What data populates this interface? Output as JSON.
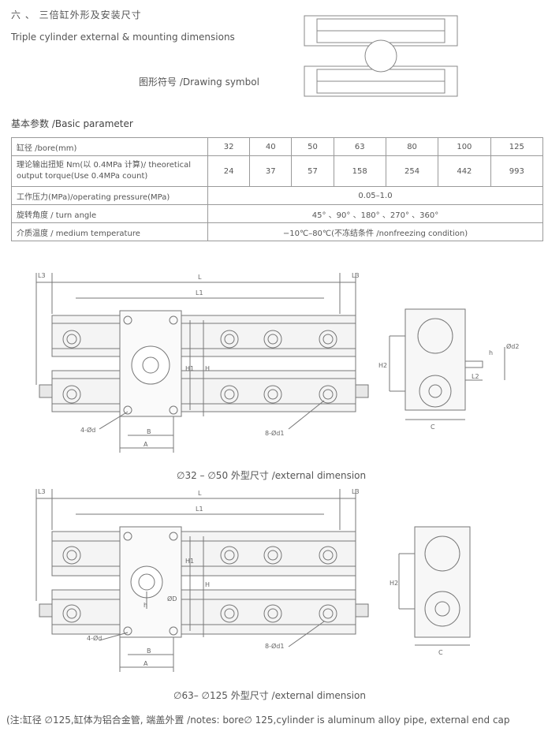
{
  "header": {
    "title_cn": "六 、 三倍缸外形及安装尺寸",
    "title_en": "Triple cylinder external & mounting dimensions",
    "symbol_label": "图形符号 /Drawing symbol"
  },
  "params": {
    "heading": "基本参数 /Basic parameter",
    "bore_label": "缸径 /bore(mm)",
    "bores": [
      "32",
      "40",
      "50",
      "63",
      "80",
      "100",
      "125"
    ],
    "torque_label_1": "理论输出扭矩 Nm(以 0.4MPa 计算)/ theoretical",
    "torque_label_2": "output torque(Use 0.4MPa count)",
    "torques": [
      "24",
      "37",
      "57",
      "158",
      "254",
      "442",
      "993"
    ],
    "pressure_label": "工作压力(MPa)/operating pressure(MPa)",
    "pressure_value": "0.05–1.0",
    "angle_label": "旋转角度 / turn angle",
    "angle_value": "45° 、90° 、180° 、270° 、360°",
    "temp_label": "介质温度 / medium temperature",
    "temp_value": "−10℃–80℃(不冻结条件 /nonfreezing condition)"
  },
  "drawing1": {
    "caption": "∅32 – ∅50 外型尺寸 /external dimension",
    "labels": {
      "L": "L",
      "L1": "L1",
      "L3": "L3",
      "H": "H",
      "H1": "H1",
      "H2": "H2",
      "A": "A",
      "B": "B",
      "C": "C",
      "h": "h",
      "L2": "L2",
      "d2": "Ød2",
      "hole4": "4-Ød",
      "hole8": "8-Ød1"
    }
  },
  "drawing2": {
    "caption": "∅63– ∅125 外型尺寸 /external dimension",
    "labels": {
      "L": "L",
      "L1": "L1",
      "L3": "L3",
      "H": "H",
      "H1": "H1",
      "H2": "H2",
      "A": "A",
      "B": "B",
      "C": "C",
      "h": "h",
      "D": "ØD",
      "hole4": "4-Ød",
      "hole8": "8-Ød1"
    }
  },
  "note": "(注:缸径 ∅125,缸体为铝合金管, 端盖外置 /notes: bore∅   125,cylinder is aluminum alloy pipe, external end cap"
}
